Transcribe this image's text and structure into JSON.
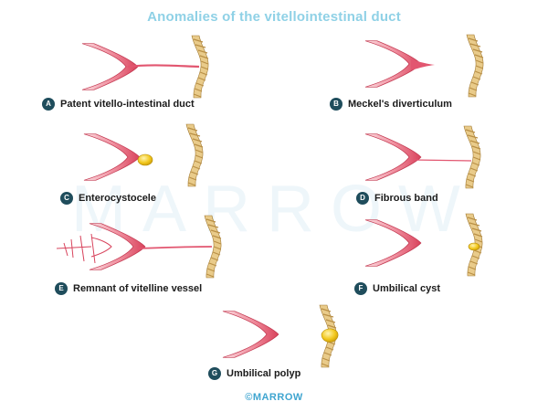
{
  "title": "Anomalies of the vitellointestinal duct",
  "watermark": "MARROW",
  "footer": "©MARROW",
  "panels": [
    {
      "letter": "A",
      "label": "Patent vitello-intestinal duct"
    },
    {
      "letter": "B",
      "label": "Meckel's diverticulum"
    },
    {
      "letter": "C",
      "label": "Enterocystocele"
    },
    {
      "letter": "D",
      "label": "Fibrous band"
    },
    {
      "letter": "E",
      "label": "Remnant of vitelline vessel"
    },
    {
      "letter": "F",
      "label": "Umbilical cyst"
    },
    {
      "letter": "G",
      "label": "Umbilical polyp"
    }
  ],
  "colors": {
    "intestine": "#e8667a",
    "intestine_light": "#f7c7cf",
    "cord": "#e2c17e",
    "cord_stripe": "#b98f45",
    "cyst": "#f2c81e",
    "badge": "#1f4d5c",
    "title": "#8fd1e6",
    "footer": "#3fa5d0"
  }
}
